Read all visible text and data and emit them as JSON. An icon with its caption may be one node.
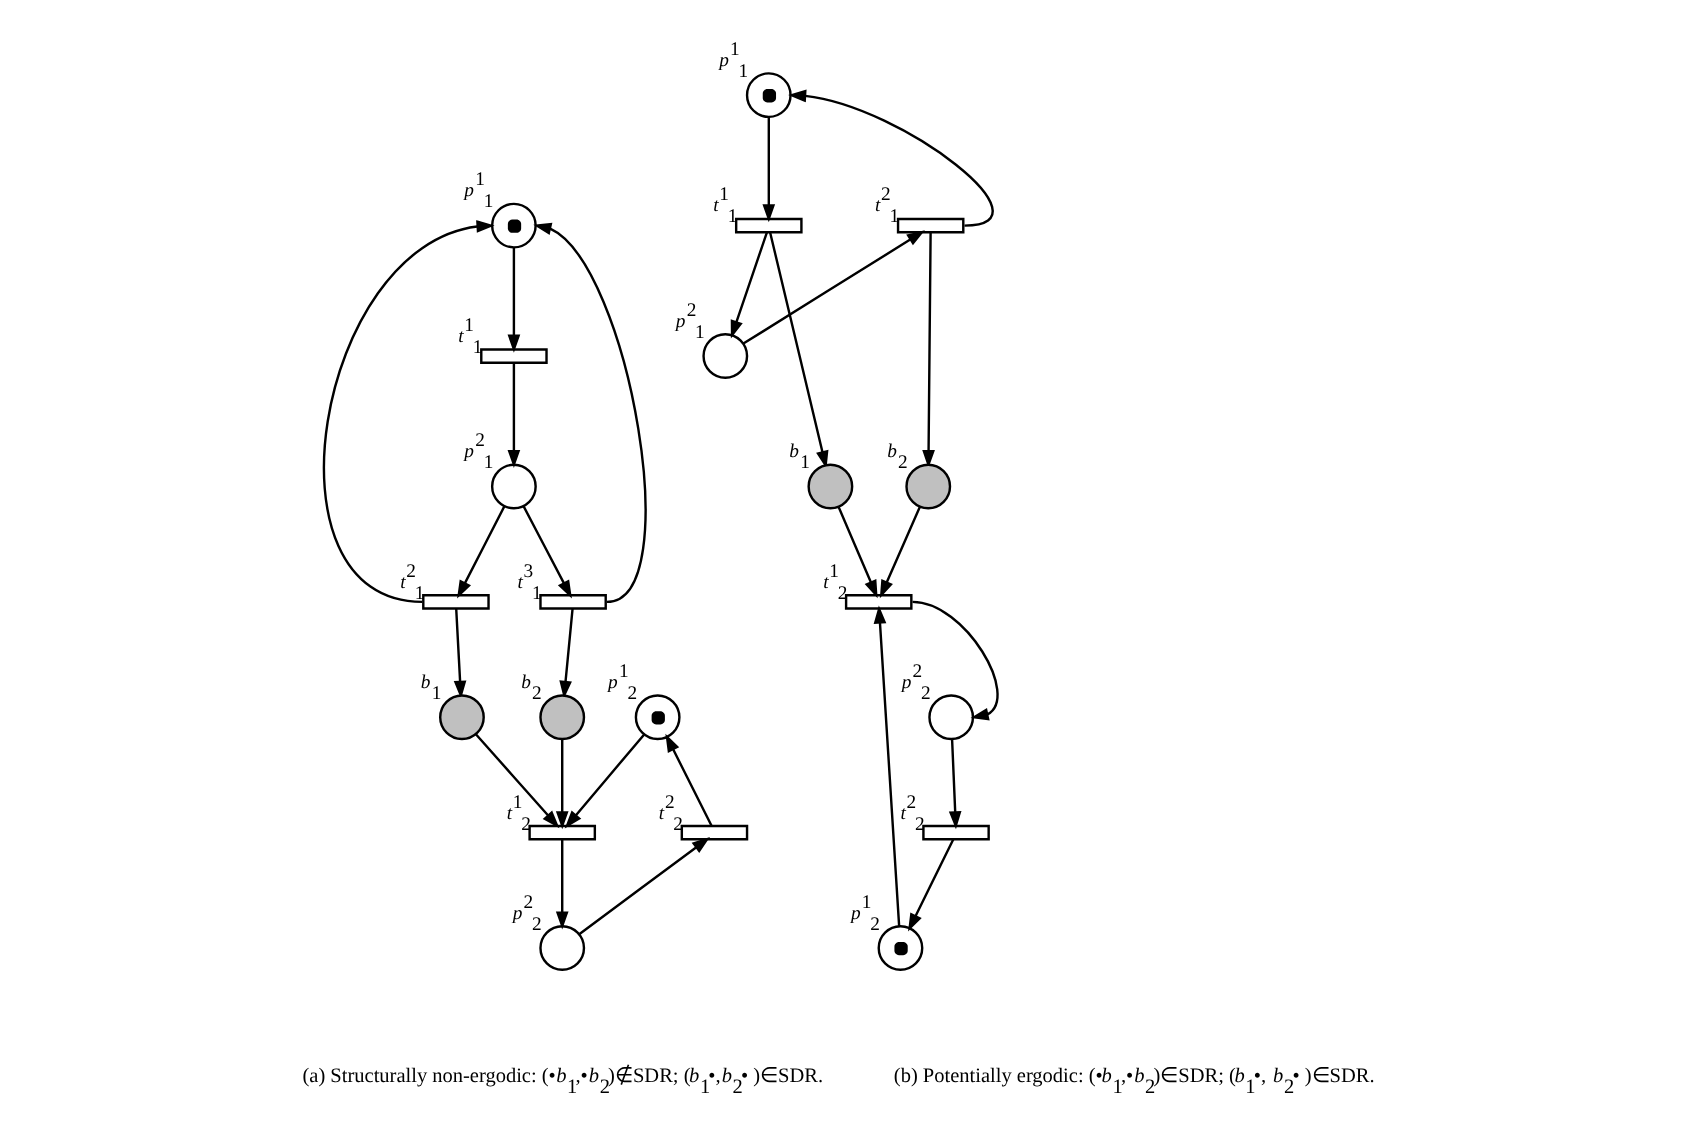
{
  "diagram": {
    "nodes": [
      {
        "text": [],
        "shape": "circle",
        "beside": [
          "*p*$^{1}$$_{1}$"
        ]
      },
      {
        "text": [],
        "shape": "bar",
        "beside": [
          "*t*$^{1}$$_{1}$"
        ]
      },
      {
        "text": [],
        "shape": "circle",
        "beside": [
          "*p*$^{2}$$_{1}$"
        ]
      },
      {
        "text": [],
        "shape": "bar",
        "beside": [
          "*t*$^{2}$$_{1}$"
        ]
      },
      {
        "text": [],
        "shape": "bar",
        "beside": [
          "*t*$^{3}$$_{1}$"
        ]
      },
      {
        "text": [],
        "shape": "circle",
        "beside": [
          "*b*$_{1}$"
        ]
      },
      {
        "text": [],
        "shape": "circle",
        "beside": [
          "*b*$_{2}$"
        ]
      },
      {
        "text": [],
        "shape": "circle",
        "beside": [
          "*p*$^{1}$$_{2}$"
        ]
      },
      {
        "text": [],
        "shape": "bar",
        "beside": [
          "*t*$^{1}$$_{2}$"
        ]
      },
      {
        "text": [],
        "shape": "bar",
        "beside": [
          "*t*$^{2}$$_{2}$"
        ]
      },
      {
        "text": [],
        "shape": "circle",
        "beside": [
          "*p*$^{2}$$_{2}$"
        ]
      },
      {
        "text": [],
        "shape": "circle",
        "beside": [
          "*p*$^{1}$$_{1}$"
        ]
      },
      {
        "text": [],
        "shape": "bar",
        "beside": [
          "*t*$^{1}$$_{1}$"
        ]
      },
      {
        "text": [],
        "shape": "circle",
        "beside": [
          "*p*$^{2}$$_{1}$"
        ]
      },
      {
        "text": [],
        "shape": "bar",
        "beside": [
          "*t*$^{2}$$_{1}$"
        ]
      },
      {
        "text": [],
        "shape": "circle",
        "beside": [
          "*b*$_{2}$"
        ]
      },
      {
        "text": [],
        "shape": "circle",
        "beside": [
          "*p*$^{1}$$_{2}$"
        ]
      },
      {
        "text": [],
        "shape": "circle",
        "beside": [
          "*b*$_{1}$"
        ]
      },
      {
        "text": [],
        "shape": "bar",
        "beside": [
          "*t*$^{1}$$_{2}$"
        ]
      },
      {
        "text": [],
        "shape": "bar",
        "beside": [
          "*t*$^{2}$$_{2}$"
        ]
      },
      {
        "text": [],
        "shape": "circle",
        "beside": [
          "*p*$^{2}$$_{2}$"
        ]
      }
    ],
    "edges": [
      {
        "from": 0,
        "to": 1,
        "arrow": "to"
      },
      {
        "from": 1,
        "to": 2,
        "arrow": "to"
      },
      {
        "from": 2,
        "to": 3,
        "arrow": "to"
      },
      {
        "from": 2,
        "to": 4,
        "arrow": "to"
      },
      {
        "from": 3,
        "to": 0,
        "arrow": "to"
      },
      {
        "from": 4,
        "to": 0,
        "arrow": "to"
      },
      {
        "from": 3,
        "to": 5,
        "arrow": "to"
      },
      {
        "from": 4,
        "to": 6,
        "arrow": "to"
      },
      {
        "from": 5,
        "to": 8,
        "arrow": "to"
      },
      {
        "from": 6,
        "to": 8,
        "arrow": "to"
      },
      {
        "from": 7,
        "to": 8,
        "arrow": "to"
      },
      {
        "from": 8,
        "to": 10,
        "arrow": "to"
      },
      {
        "from": 10,
        "to": 9,
        "arrow": "to"
      },
      {
        "from": 9,
        "to": 7,
        "arrow": "to"
      },
      {
        "from": 11,
        "to": 12,
        "arrow": "to"
      },
      {
        "from": 12,
        "to": 13,
        "arrow": "to"
      },
      {
        "from": 13,
        "to": 14,
        "arrow": "to"
      },
      {
        "from": 14,
        "to": 11,
        "arrow": "to"
      },
      {
        "from": 14,
        "to": 15,
        "arrow": "to"
      },
      {
        "from": 12,
        "to": 17,
        "arrow": "to"
      },
      {
        "from": 17,
        "to": 18,
        "arrow": "to"
      },
      {
        "from": 15,
        "to": 18,
        "arrow": "to"
      },
      {
        "from": 16,
        "to": 18,
        "arrow": "to"
      },
      {
        "from": 18,
        "to": 20,
        "arrow": "to"
      },
      {
        "from": 20,
        "to": 19,
        "arrow": "to"
      },
      {
        "from": 19,
        "to": 16,
        "arrow": "to"
      }
    ],
    "labels": [
      "(a) Structurally non-ergodic: (•*b*$_{1}$,•*b*$_{2}$)∉SDR; (*b*$_{1}$•,*b*$_{2}$• )∈SDR.",
      "(b) Potentially ergodic: (•*b*$_{1}$,•*b*$_{2}$)∈SDR; (*b*$_{1}$•, *b*$_{2}$• )∈SDR."
    ]
  }
}
